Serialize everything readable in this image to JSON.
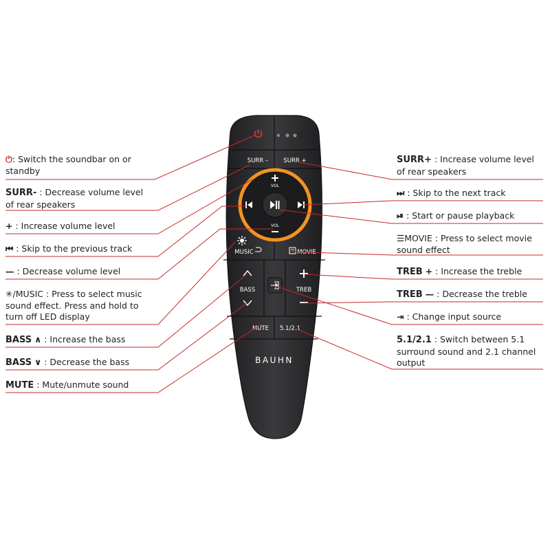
{
  "remote": {
    "brand": "BAUHN",
    "buttons": {
      "surr_minus": "SURR –",
      "surr_plus": "SURR +",
      "vol_top": "VOL",
      "vol_bottom": "VOL",
      "music": "MUSIC",
      "movie": "MOVIE",
      "bass": "BASS",
      "treb": "TREB",
      "mute": "MUTE",
      "mode": "5.1/2.1"
    }
  },
  "colors": {
    "callout_line": "#c62828",
    "ring": "#f39322",
    "remote_body": "#2b2b2d",
    "power": "#e53935"
  },
  "left_labels": [
    {
      "key": "",
      "text": ": Switch the soundbar on or standby"
    },
    {
      "key": "SURR-",
      "text": " : Decrease volume level of rear speakers"
    },
    {
      "key": "",
      "text": " : Increase volume level"
    },
    {
      "key": "",
      "text": " : Skip to the previous track"
    },
    {
      "key": "",
      "text": " : Decrease volume level"
    },
    {
      "key": "",
      "text": "/MUSIC : Press to select music sound effect. Press and hold to turn off LED display"
    },
    {
      "key": "BASS",
      "text": " : Increase the bass"
    },
    {
      "key": "BASS",
      "text": " : Decrease the bass"
    },
    {
      "key": "MUTE",
      "text": " : Mute/unmute sound"
    }
  ],
  "right_labels": [
    {
      "key": "SURR+",
      "text": " : Increase volume level of rear speakers"
    },
    {
      "key": "",
      "text": " : Skip to the next track"
    },
    {
      "key": "",
      "text": " : Start or pause playback"
    },
    {
      "key": "",
      "text": "MOVIE : Press to select movie sound effect"
    },
    {
      "key": "TREB",
      "text": " : Increase the treble"
    },
    {
      "key": "TREB",
      "text": " : Decrease the treble"
    },
    {
      "key": "",
      "text": " : Change input source"
    },
    {
      "key": "5.1/2.1",
      "text": " : Switch between 5.1 surround sound and 2.1 channel output"
    }
  ],
  "icons": [
    "power-icon",
    "plus-icon",
    "minus-icon",
    "previous-track-icon",
    "next-track-icon",
    "play-pause-icon",
    "sun-icon",
    "back-arrow-icon",
    "movie-menu-icon",
    "chevron-up-icon",
    "chevron-down-icon",
    "input-source-icon",
    "led-dots-icon"
  ]
}
